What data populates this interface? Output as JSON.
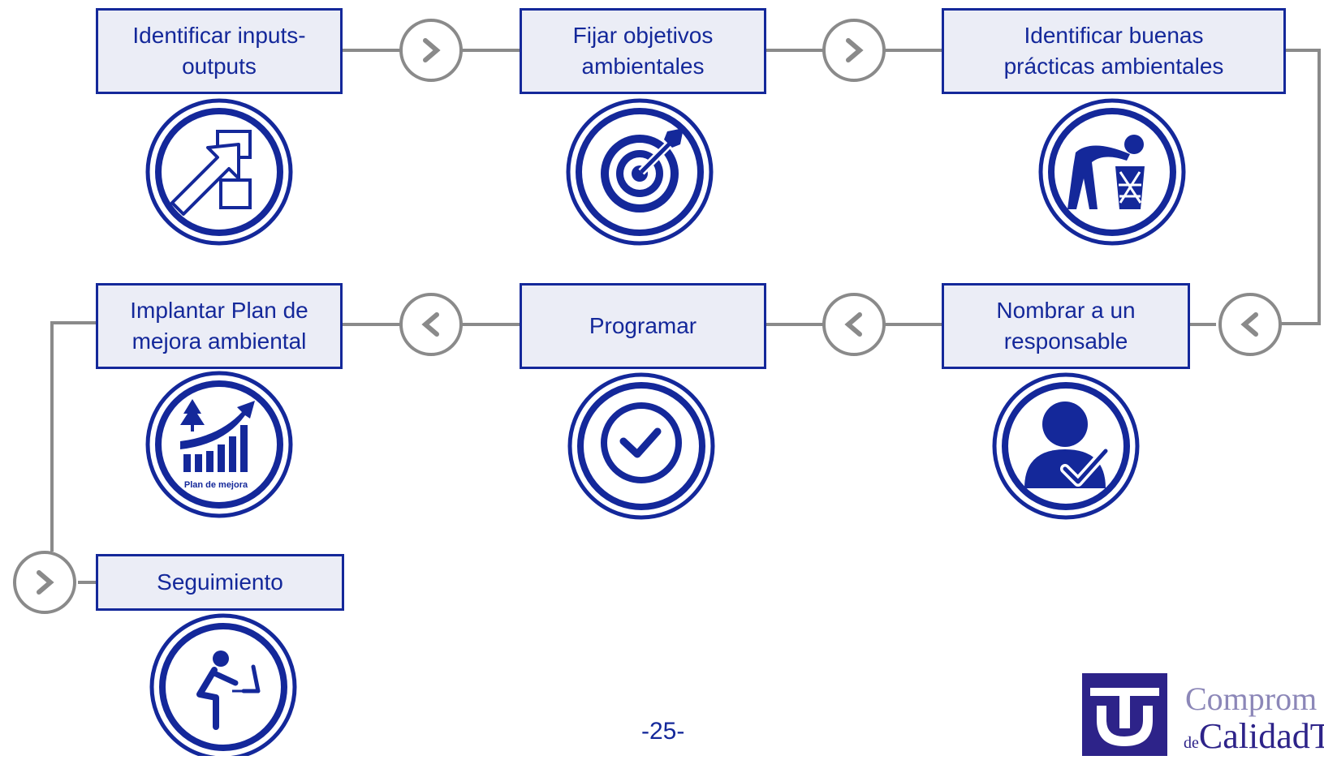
{
  "steps": [
    {
      "label_line1": "Identificar inputs-",
      "label_line2": "outputs",
      "icon": "cursor-boxes-icon"
    },
    {
      "label_line1": "Fijar objetivos",
      "label_line2": "ambientales",
      "icon": "target-icon"
    },
    {
      "label_line1": "Identificar buenas",
      "label_line2": "prácticas ambientales",
      "icon": "trash-bin-person-icon"
    },
    {
      "label_line1": "Nombrar a un",
      "label_line2": "responsable",
      "icon": "user-check-icon"
    },
    {
      "label_line1": "Programar",
      "label_line2": "",
      "icon": "clock-check-icon"
    },
    {
      "label_line1": "Implantar Plan de",
      "label_line2": "mejora ambiental",
      "icon": "growth-chart-icon",
      "icon_caption": "Plan de mejora"
    },
    {
      "label_line1": "Seguimiento",
      "label_line2": "",
      "icon": "person-desk-icon"
    }
  ],
  "footer": {
    "page_number": "-25-"
  },
  "logo": {
    "line1": "Comprom",
    "line2_prefix": "de",
    "line2": "CalidadT"
  },
  "colors": {
    "primary": "#14289a",
    "box_fill": "#ebedf6",
    "connector": "#8a8a8a",
    "logo": "#2d2389"
  }
}
